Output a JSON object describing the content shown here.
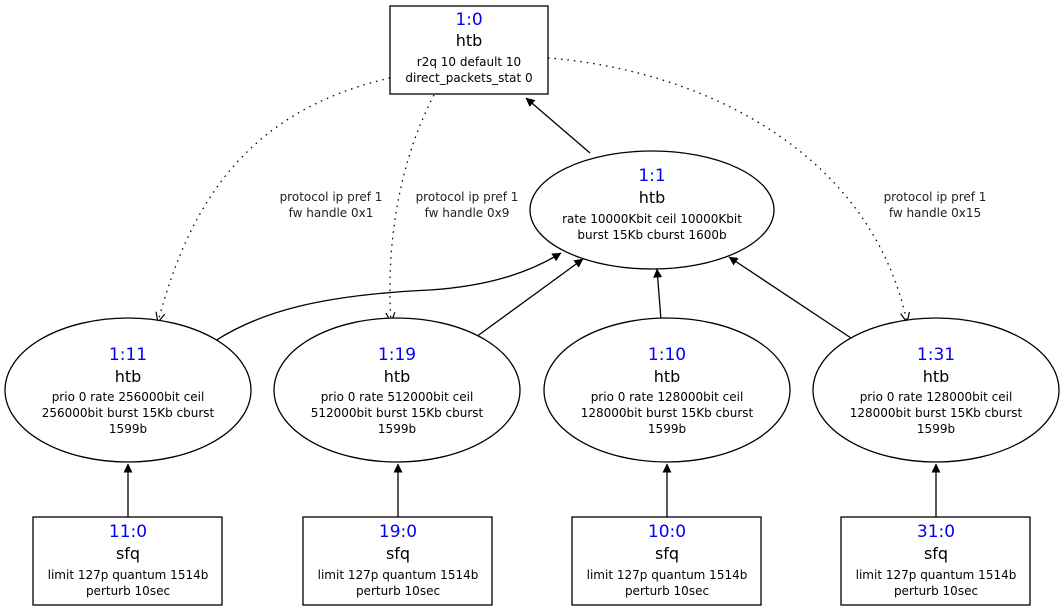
{
  "colors": {
    "id": "#0000ff",
    "text": "#000000",
    "line": "#000000"
  },
  "nodes": {
    "root": {
      "id": "1:0",
      "kind": "htb",
      "lines": [
        "r2q 10 default 10",
        "direct_packets_stat 0"
      ]
    },
    "c1": {
      "id": "1:1",
      "kind": "htb",
      "lines": [
        "rate 10000Kbit ceil 10000Kbit",
        "burst 15Kb cburst 1600b"
      ]
    },
    "c11": {
      "id": "1:11",
      "kind": "htb",
      "lines": [
        "prio 0 rate 256000bit ceil",
        "256000bit burst 15Kb cburst",
        "1599b"
      ]
    },
    "c19": {
      "id": "1:19",
      "kind": "htb",
      "lines": [
        "prio 0 rate 512000bit ceil",
        "512000bit burst 15Kb cburst",
        "1599b"
      ]
    },
    "c10": {
      "id": "1:10",
      "kind": "htb",
      "lines": [
        "prio 0 rate 128000bit ceil",
        "128000bit burst 15Kb cburst",
        "1599b"
      ]
    },
    "c31": {
      "id": "1:31",
      "kind": "htb",
      "lines": [
        "prio 0 rate 128000bit ceil",
        "128000bit burst 15Kb cburst",
        "1599b"
      ]
    },
    "q11": {
      "id": "11:0",
      "kind": "sfq",
      "lines": [
        "limit 127p quantum 1514b",
        "perturb 10sec"
      ]
    },
    "q19": {
      "id": "19:0",
      "kind": "sfq",
      "lines": [
        "limit 127p quantum 1514b",
        "perturb 10sec"
      ]
    },
    "q10": {
      "id": "10:0",
      "kind": "sfq",
      "lines": [
        "limit 127p quantum 1514b",
        "perturb 10sec"
      ]
    },
    "q31": {
      "id": "31:0",
      "kind": "sfq",
      "lines": [
        "limit 127p quantum 1514b",
        "perturb 10sec"
      ]
    }
  },
  "filters": {
    "f11": [
      "protocol ip pref 1",
      "fw handle 0x1"
    ],
    "f19": [
      "protocol ip pref 1",
      "fw handle 0x9"
    ],
    "f31": [
      "protocol ip pref 1",
      "fw handle 0x15"
    ]
  }
}
